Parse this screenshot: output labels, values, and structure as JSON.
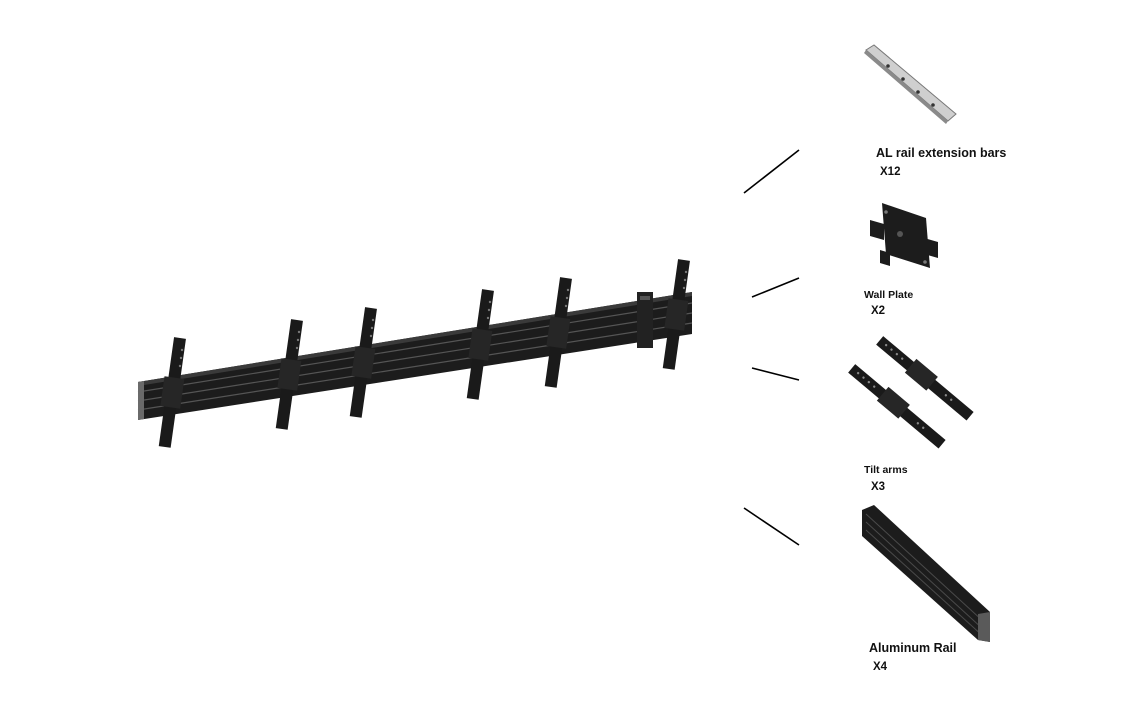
{
  "parts": [
    {
      "name": "AL rail extension bars",
      "qty": "X12",
      "icon": "extension-bar-icon"
    },
    {
      "name": "Wall Plate",
      "qty": "X2",
      "icon": "wall-plate-icon"
    },
    {
      "name": "Tilt arms",
      "qty": "X3",
      "icon": "tilt-arm-icon"
    },
    {
      "name": "Aluminum Rail",
      "qty": "X4",
      "icon": "aluminum-rail-icon"
    }
  ],
  "colors": {
    "metal_dark": "#1a1a1a",
    "metal_mid": "#2e2e2e",
    "silver": "#c9c9c9",
    "line": "#000000"
  }
}
